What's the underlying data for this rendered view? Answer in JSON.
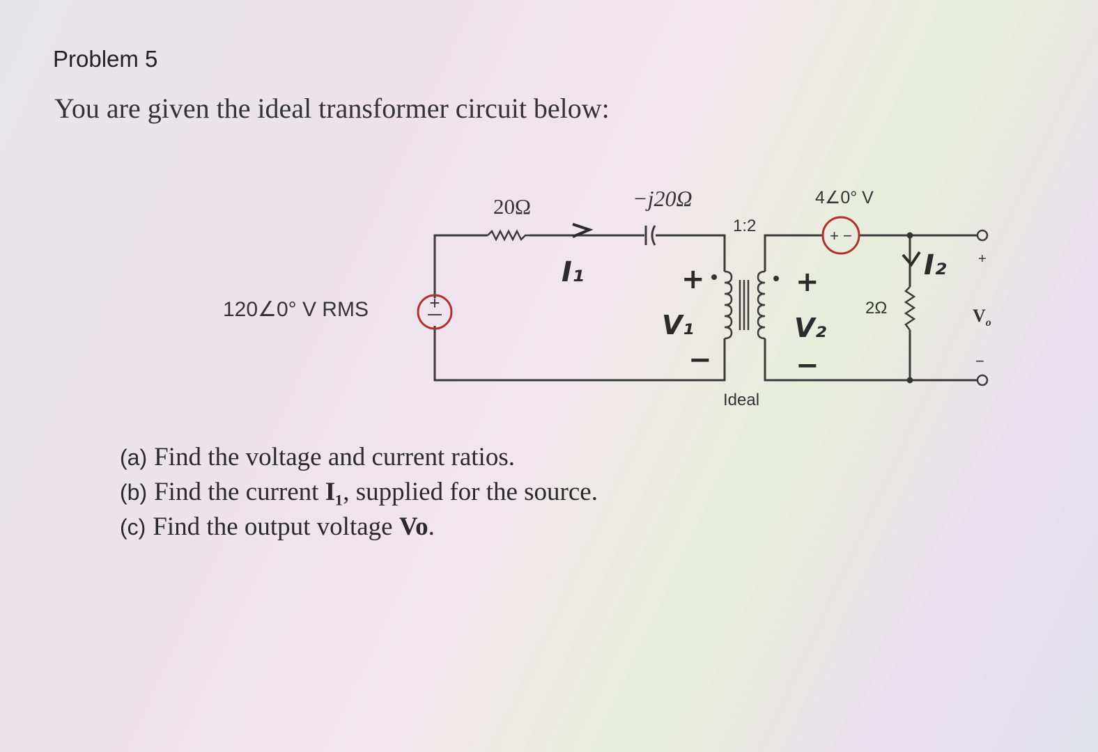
{
  "problem": {
    "title": "Problem 5",
    "intro": "You are given the ideal transformer circuit below:"
  },
  "circuit": {
    "source_label": "120∠0° V RMS",
    "source_sign": "+",
    "r1_label": "20Ω",
    "cap_label": "−j20Ω",
    "ratio_label": "1:2",
    "ideal_label": "Ideal",
    "v2source_label": "4∠0° V",
    "v2source_signs": "+ −",
    "r2_label": "2Ω",
    "vo_label": "V",
    "vo_sub": "o",
    "vo_plus": "+",
    "vo_minus": "−",
    "handwritten": {
      "i1": "I₁",
      "i2": "I₂",
      "v1": "V₁",
      "v2": "V₂",
      "plus": "+",
      "minus": "−"
    }
  },
  "questions": [
    {
      "prefix": "(a)",
      "text": "Find the voltage and current ratios."
    },
    {
      "prefix": "(b)",
      "text_before": "Find the current ",
      "bold": "I₁",
      "text_after": ", supplied for the source."
    },
    {
      "prefix": "(c)",
      "text_before": "Find the output voltage ",
      "bold": "Vo",
      "text_after": "."
    }
  ]
}
